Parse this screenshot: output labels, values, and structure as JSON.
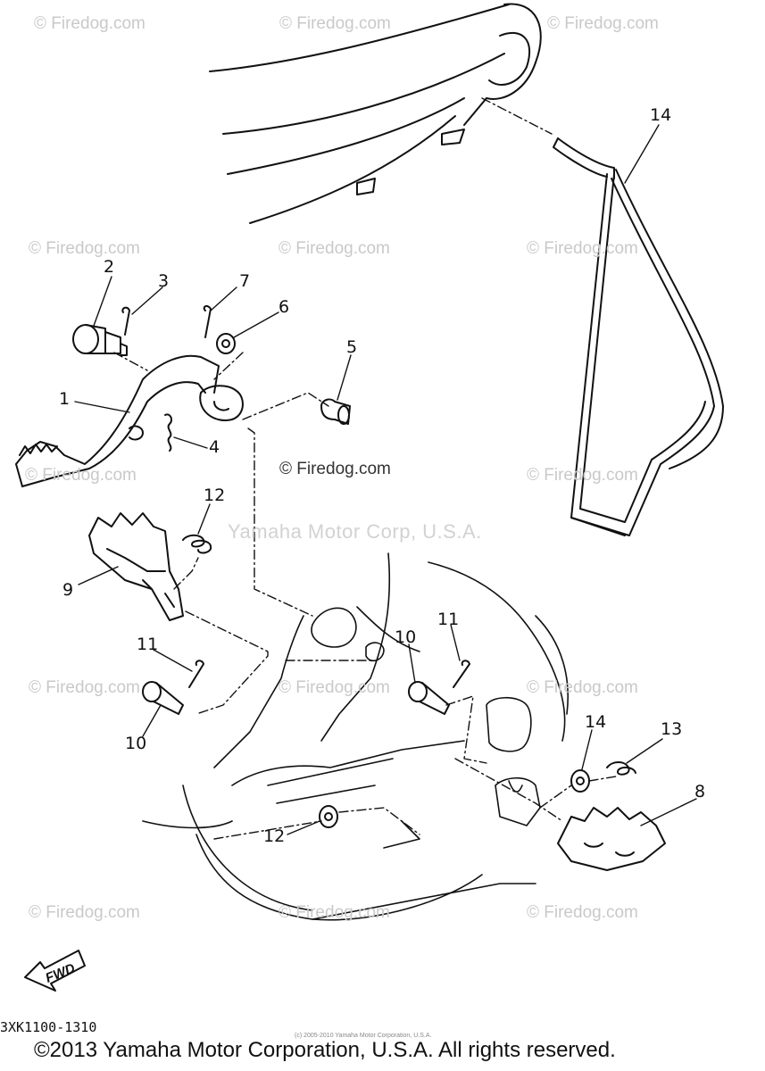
{
  "watermarks": {
    "small": "© Firedog.com",
    "main": "Yamaha Motor Corp, U.S.A."
  },
  "callouts": [
    {
      "id": "c1",
      "label": "1"
    },
    {
      "id": "c2",
      "label": "2"
    },
    {
      "id": "c3",
      "label": "3"
    },
    {
      "id": "c4",
      "label": "4"
    },
    {
      "id": "c5",
      "label": "5"
    },
    {
      "id": "c6",
      "label": "6"
    },
    {
      "id": "c7",
      "label": "7"
    },
    {
      "id": "c8",
      "label": "8"
    },
    {
      "id": "c9",
      "label": "9"
    },
    {
      "id": "c10a",
      "label": "10"
    },
    {
      "id": "c10b",
      "label": "10"
    },
    {
      "id": "c11a",
      "label": "11"
    },
    {
      "id": "c11b",
      "label": "11"
    },
    {
      "id": "c12a",
      "label": "12"
    },
    {
      "id": "c12b",
      "label": "12"
    },
    {
      "id": "c13",
      "label": "13"
    },
    {
      "id": "c14a",
      "label": "14"
    },
    {
      "id": "c14b",
      "label": "14"
    }
  ],
  "fwd_label": "FWD",
  "part_code": "3XK1100-1310",
  "tiny_notice": "(c) 2005-2010 Yamaha Motor Corporation, U.S.A.",
  "copyright": "©2013 Yamaha Motor Corporation, U.S.A. All rights reserved."
}
